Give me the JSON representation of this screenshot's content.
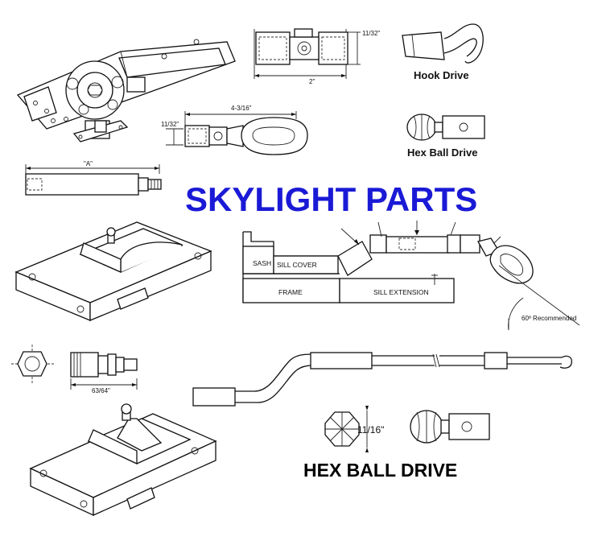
{
  "title": "SKYLIGHT PARTS",
  "title_color": "#1a1ad6",
  "labels": {
    "hook_drive": "Hook Drive",
    "hex_ball_drive_small": "Hex Ball Drive",
    "hex_ball_drive_big": "HEX BALL DRIVE"
  },
  "dimensions": {
    "coupler_height": "11/32\"",
    "coupler_length": "2\"",
    "eye_height": "11/32\"",
    "eye_length": "4-3/16\"",
    "rod_length": "\"A\"",
    "nozzle_length": "63/64\"",
    "hex_size": "11/16\""
  },
  "install": {
    "sash": "SASH",
    "sill_cover": "SILL COVER",
    "frame": "FRAME",
    "sill_extension": "SILL EXTENSION",
    "angle": "60º Recommended"
  },
  "icons": [
    "operator-gear-icon",
    "coupler-icon",
    "hook-drive-icon",
    "eye-link-icon",
    "hex-ball-drive-icon",
    "rod-icon",
    "operator-box-icon",
    "hex-nut-icon",
    "nozzle-icon",
    "cable-icon"
  ]
}
